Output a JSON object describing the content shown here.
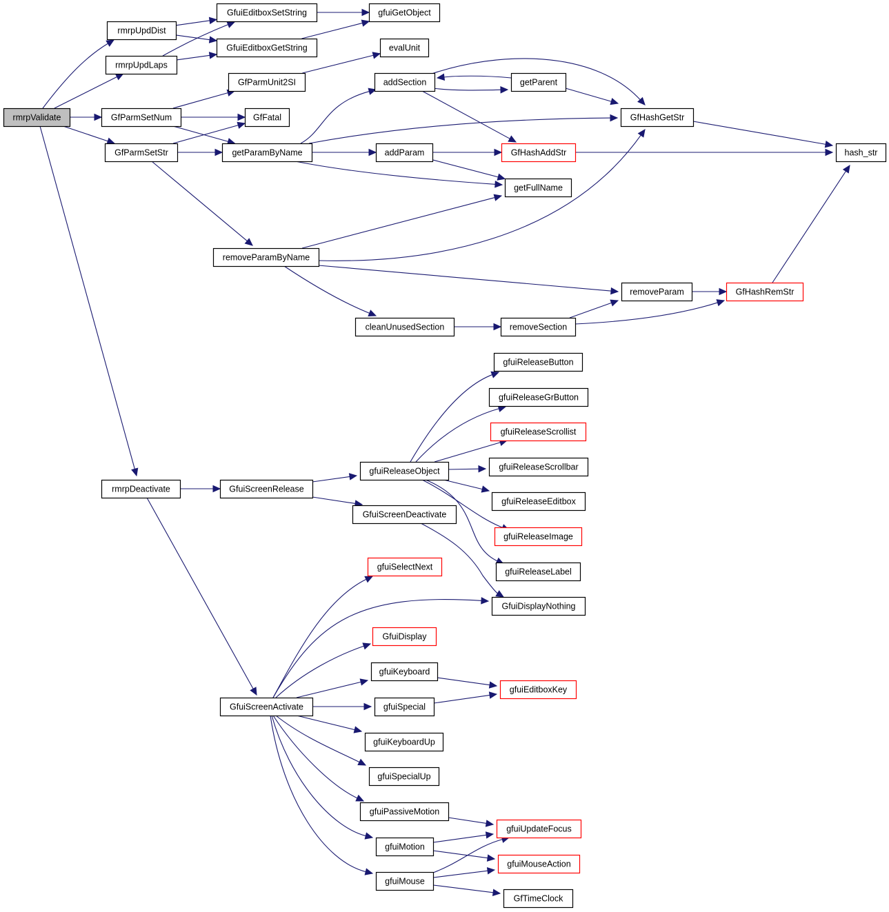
{
  "title": "rmrpValidate call graph",
  "colors": {
    "edge": "#191970",
    "node_border": "#000000",
    "node_border_truncated": "#ff0000",
    "root_fill": "#bfbfbf",
    "node_fill": "#ffffff"
  },
  "nodes": [
    {
      "id": "rmrpValidate",
      "label": "rmrpValidate",
      "root": true,
      "truncated": false
    },
    {
      "id": "rmrpUpdDist",
      "label": "rmrpUpdDist",
      "truncated": false
    },
    {
      "id": "rmrpUpdLaps",
      "label": "rmrpUpdLaps",
      "truncated": false
    },
    {
      "id": "GfParmSetNum",
      "label": "GfParmSetNum",
      "truncated": false
    },
    {
      "id": "GfParmSetStr",
      "label": "GfParmSetStr",
      "truncated": false
    },
    {
      "id": "rmrpDeactivate",
      "label": "rmrpDeactivate",
      "truncated": false
    },
    {
      "id": "GfuiEditboxSetString",
      "label": "GfuiEditboxSetString",
      "truncated": false
    },
    {
      "id": "GfuiEditboxGetString",
      "label": "GfuiEditboxGetString",
      "truncated": false
    },
    {
      "id": "GfParmUnit2SI",
      "label": "GfParmUnit2SI",
      "truncated": false
    },
    {
      "id": "GfFatal",
      "label": "GfFatal",
      "truncated": false
    },
    {
      "id": "getParamByName",
      "label": "getParamByName",
      "truncated": false
    },
    {
      "id": "removeParamByName",
      "label": "removeParamByName",
      "truncated": false
    },
    {
      "id": "gfuiGetObject",
      "label": "gfuiGetObject",
      "truncated": false
    },
    {
      "id": "evalUnit",
      "label": "evalUnit",
      "truncated": false
    },
    {
      "id": "addSection",
      "label": "addSection",
      "truncated": false
    },
    {
      "id": "addParam",
      "label": "addParam",
      "truncated": false
    },
    {
      "id": "cleanUnusedSection",
      "label": "cleanUnusedSection",
      "truncated": false
    },
    {
      "id": "getParent",
      "label": "getParent",
      "truncated": false
    },
    {
      "id": "GfHashAddStr",
      "label": "GfHashAddStr",
      "truncated": true
    },
    {
      "id": "getFullName",
      "label": "getFullName",
      "truncated": false
    },
    {
      "id": "removeSection",
      "label": "removeSection",
      "truncated": false
    },
    {
      "id": "GfHashGetStr",
      "label": "GfHashGetStr",
      "truncated": false
    },
    {
      "id": "removeParam",
      "label": "removeParam",
      "truncated": false
    },
    {
      "id": "GfHashRemStr",
      "label": "GfHashRemStr",
      "truncated": true
    },
    {
      "id": "hash_str",
      "label": "hash_str",
      "truncated": false
    },
    {
      "id": "GfuiScreenRelease",
      "label": "GfuiScreenRelease",
      "truncated": false
    },
    {
      "id": "GfuiScreenActivate",
      "label": "GfuiScreenActivate",
      "truncated": false
    },
    {
      "id": "gfuiReleaseObject",
      "label": "gfuiReleaseObject",
      "truncated": false
    },
    {
      "id": "GfuiScreenDeactivate",
      "label": "GfuiScreenDeactivate",
      "truncated": false
    },
    {
      "id": "gfuiReleaseButton",
      "label": "gfuiReleaseButton",
      "truncated": false
    },
    {
      "id": "gfuiReleaseGrButton",
      "label": "gfuiReleaseGrButton",
      "truncated": false
    },
    {
      "id": "gfuiReleaseScrollist",
      "label": "gfuiReleaseScrollist",
      "truncated": true
    },
    {
      "id": "gfuiReleaseScrollbar",
      "label": "gfuiReleaseScrollbar",
      "truncated": false
    },
    {
      "id": "gfuiReleaseEditbox",
      "label": "gfuiReleaseEditbox",
      "truncated": false
    },
    {
      "id": "gfuiReleaseImage",
      "label": "gfuiReleaseImage",
      "truncated": true
    },
    {
      "id": "gfuiReleaseLabel",
      "label": "gfuiReleaseLabel",
      "truncated": false
    },
    {
      "id": "GfuiDisplayNothing",
      "label": "GfuiDisplayNothing",
      "truncated": false
    },
    {
      "id": "gfuiSelectNext",
      "label": "gfuiSelectNext",
      "truncated": true
    },
    {
      "id": "GfuiDisplay",
      "label": "GfuiDisplay",
      "truncated": true
    },
    {
      "id": "gfuiKeyboard",
      "label": "gfuiKeyboard",
      "truncated": false
    },
    {
      "id": "gfuiSpecial",
      "label": "gfuiSpecial",
      "truncated": false
    },
    {
      "id": "gfuiKeyboardUp",
      "label": "gfuiKeyboardUp",
      "truncated": false
    },
    {
      "id": "gfuiSpecialUp",
      "label": "gfuiSpecialUp",
      "truncated": false
    },
    {
      "id": "gfuiPassiveMotion",
      "label": "gfuiPassiveMotion",
      "truncated": false
    },
    {
      "id": "gfuiMotion",
      "label": "gfuiMotion",
      "truncated": false
    },
    {
      "id": "gfuiMouse",
      "label": "gfuiMouse",
      "truncated": false
    },
    {
      "id": "gfuiEditboxKey",
      "label": "gfuiEditboxKey",
      "truncated": true
    },
    {
      "id": "gfuiUpdateFocus",
      "label": "gfuiUpdateFocus",
      "truncated": true
    },
    {
      "id": "gfuiMouseAction",
      "label": "gfuiMouseAction",
      "truncated": true
    },
    {
      "id": "GfTimeClock",
      "label": "GfTimeClock",
      "truncated": false
    }
  ],
  "edges": [
    {
      "from": "rmrpValidate",
      "to": "rmrpUpdDist"
    },
    {
      "from": "rmrpValidate",
      "to": "rmrpUpdLaps"
    },
    {
      "from": "rmrpValidate",
      "to": "GfParmSetNum"
    },
    {
      "from": "rmrpValidate",
      "to": "GfParmSetStr"
    },
    {
      "from": "rmrpValidate",
      "to": "rmrpDeactivate"
    },
    {
      "from": "rmrpUpdDist",
      "to": "GfuiEditboxSetString"
    },
    {
      "from": "rmrpUpdDist",
      "to": "GfuiEditboxGetString"
    },
    {
      "from": "rmrpUpdLaps",
      "to": "GfuiEditboxSetString"
    },
    {
      "from": "rmrpUpdLaps",
      "to": "GfuiEditboxGetString"
    },
    {
      "from": "GfuiEditboxSetString",
      "to": "gfuiGetObject"
    },
    {
      "from": "GfuiEditboxGetString",
      "to": "gfuiGetObject"
    },
    {
      "from": "GfParmSetNum",
      "to": "GfParmUnit2SI"
    },
    {
      "from": "GfParmSetNum",
      "to": "GfFatal"
    },
    {
      "from": "GfParmSetNum",
      "to": "getParamByName"
    },
    {
      "from": "GfParmSetStr",
      "to": "GfFatal"
    },
    {
      "from": "GfParmSetStr",
      "to": "getParamByName"
    },
    {
      "from": "GfParmSetStr",
      "to": "removeParamByName"
    },
    {
      "from": "GfParmUnit2SI",
      "to": "evalUnit"
    },
    {
      "from": "getParamByName",
      "to": "addSection"
    },
    {
      "from": "getParamByName",
      "to": "GfHashGetStr"
    },
    {
      "from": "getParamByName",
      "to": "addParam"
    },
    {
      "from": "getParamByName",
      "to": "getFullName"
    },
    {
      "from": "addSection",
      "to": "getParent"
    },
    {
      "from": "getParent",
      "to": "addSection"
    },
    {
      "from": "addSection",
      "to": "GfHashGetStr"
    },
    {
      "from": "addSection",
      "to": "GfHashAddStr"
    },
    {
      "from": "getParent",
      "to": "GfHashGetStr"
    },
    {
      "from": "addParam",
      "to": "GfHashAddStr"
    },
    {
      "from": "addParam",
      "to": "getFullName"
    },
    {
      "from": "GfHashGetStr",
      "to": "hash_str"
    },
    {
      "from": "GfHashAddStr",
      "to": "hash_str"
    },
    {
      "from": "removeParamByName",
      "to": "getFullName"
    },
    {
      "from": "removeParamByName",
      "to": "GfHashGetStr"
    },
    {
      "from": "removeParamByName",
      "to": "removeParam"
    },
    {
      "from": "removeParamByName",
      "to": "cleanUnusedSection"
    },
    {
      "from": "cleanUnusedSection",
      "to": "removeSection"
    },
    {
      "from": "removeSection",
      "to": "removeParam"
    },
    {
      "from": "removeSection",
      "to": "GfHashRemStr"
    },
    {
      "from": "removeParam",
      "to": "GfHashRemStr"
    },
    {
      "from": "GfHashRemStr",
      "to": "hash_str"
    },
    {
      "from": "rmrpDeactivate",
      "to": "GfuiScreenRelease"
    },
    {
      "from": "rmrpDeactivate",
      "to": "GfuiScreenActivate"
    },
    {
      "from": "GfuiScreenRelease",
      "to": "gfuiReleaseObject"
    },
    {
      "from": "GfuiScreenRelease",
      "to": "GfuiScreenDeactivate"
    },
    {
      "from": "gfuiReleaseObject",
      "to": "gfuiReleaseButton"
    },
    {
      "from": "gfuiReleaseObject",
      "to": "gfuiReleaseGrButton"
    },
    {
      "from": "gfuiReleaseObject",
      "to": "gfuiReleaseScrollist"
    },
    {
      "from": "gfuiReleaseObject",
      "to": "gfuiReleaseScrollbar"
    },
    {
      "from": "gfuiReleaseObject",
      "to": "gfuiReleaseEditbox"
    },
    {
      "from": "gfuiReleaseObject",
      "to": "gfuiReleaseImage"
    },
    {
      "from": "gfuiReleaseObject",
      "to": "gfuiReleaseLabel"
    },
    {
      "from": "GfuiScreenDeactivate",
      "to": "GfuiDisplayNothing"
    },
    {
      "from": "GfuiScreenActivate",
      "to": "gfuiSelectNext"
    },
    {
      "from": "GfuiScreenActivate",
      "to": "GfuiDisplayNothing"
    },
    {
      "from": "GfuiScreenActivate",
      "to": "GfuiDisplay"
    },
    {
      "from": "GfuiScreenActivate",
      "to": "gfuiKeyboard"
    },
    {
      "from": "GfuiScreenActivate",
      "to": "gfuiSpecial"
    },
    {
      "from": "GfuiScreenActivate",
      "to": "gfuiKeyboardUp"
    },
    {
      "from": "GfuiScreenActivate",
      "to": "gfuiSpecialUp"
    },
    {
      "from": "GfuiScreenActivate",
      "to": "gfuiPassiveMotion"
    },
    {
      "from": "GfuiScreenActivate",
      "to": "gfuiMotion"
    },
    {
      "from": "GfuiScreenActivate",
      "to": "gfuiMouse"
    },
    {
      "from": "gfuiKeyboard",
      "to": "gfuiEditboxKey"
    },
    {
      "from": "gfuiSpecial",
      "to": "gfuiEditboxKey"
    },
    {
      "from": "gfuiPassiveMotion",
      "to": "gfuiUpdateFocus"
    },
    {
      "from": "gfuiMotion",
      "to": "gfuiUpdateFocus"
    },
    {
      "from": "gfuiMotion",
      "to": "gfuiMouseAction"
    },
    {
      "from": "gfuiMouse",
      "to": "gfuiUpdateFocus"
    },
    {
      "from": "gfuiMouse",
      "to": "gfuiMouseAction"
    },
    {
      "from": "gfuiMouse",
      "to": "GfTimeClock"
    }
  ]
}
